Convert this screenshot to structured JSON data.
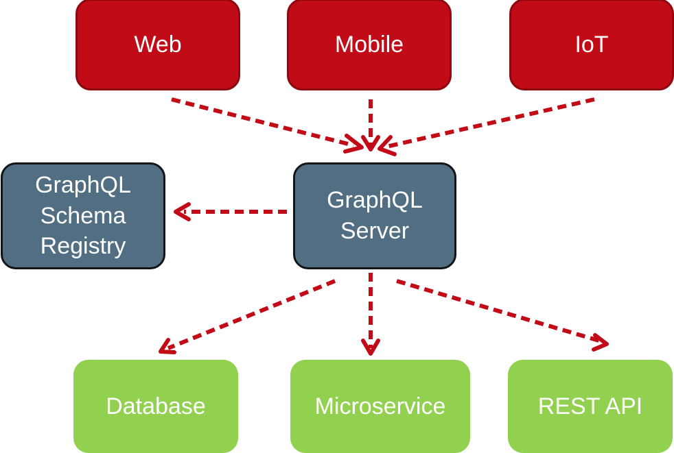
{
  "diagram": {
    "type": "architecture-flow",
    "colors": {
      "client_fill": "#c10b16",
      "client_border": "#8e0810",
      "core_fill": "#516e82",
      "core_border": "#111418",
      "backend_fill": "#92d050",
      "arrow": "#c10b16",
      "text": "#ffffff"
    },
    "nodes": {
      "web": {
        "label": [
          "Web"
        ],
        "group": "client"
      },
      "mobile": {
        "label": [
          "Mobile"
        ],
        "group": "client"
      },
      "iot": {
        "label": [
          "IoT"
        ],
        "group": "client"
      },
      "registry": {
        "label": [
          "GraphQL",
          "Schema",
          "Registry"
        ],
        "group": "core"
      },
      "server": {
        "label": [
          "GraphQL",
          "Server"
        ],
        "group": "core"
      },
      "database": {
        "label": [
          "Database"
        ],
        "group": "backend"
      },
      "microservice": {
        "label": [
          "Microservice"
        ],
        "group": "backend"
      },
      "rest_api": {
        "label": [
          "REST API"
        ],
        "group": "backend"
      }
    },
    "edges": [
      {
        "from": "web",
        "to": "server",
        "style": "dashed"
      },
      {
        "from": "mobile",
        "to": "server",
        "style": "dashed"
      },
      {
        "from": "iot",
        "to": "server",
        "style": "dashed"
      },
      {
        "from": "server",
        "to": "registry",
        "style": "dashed"
      },
      {
        "from": "server",
        "to": "database",
        "style": "dashed"
      },
      {
        "from": "server",
        "to": "microservice",
        "style": "dashed"
      },
      {
        "from": "server",
        "to": "rest_api",
        "style": "dashed"
      }
    ]
  }
}
